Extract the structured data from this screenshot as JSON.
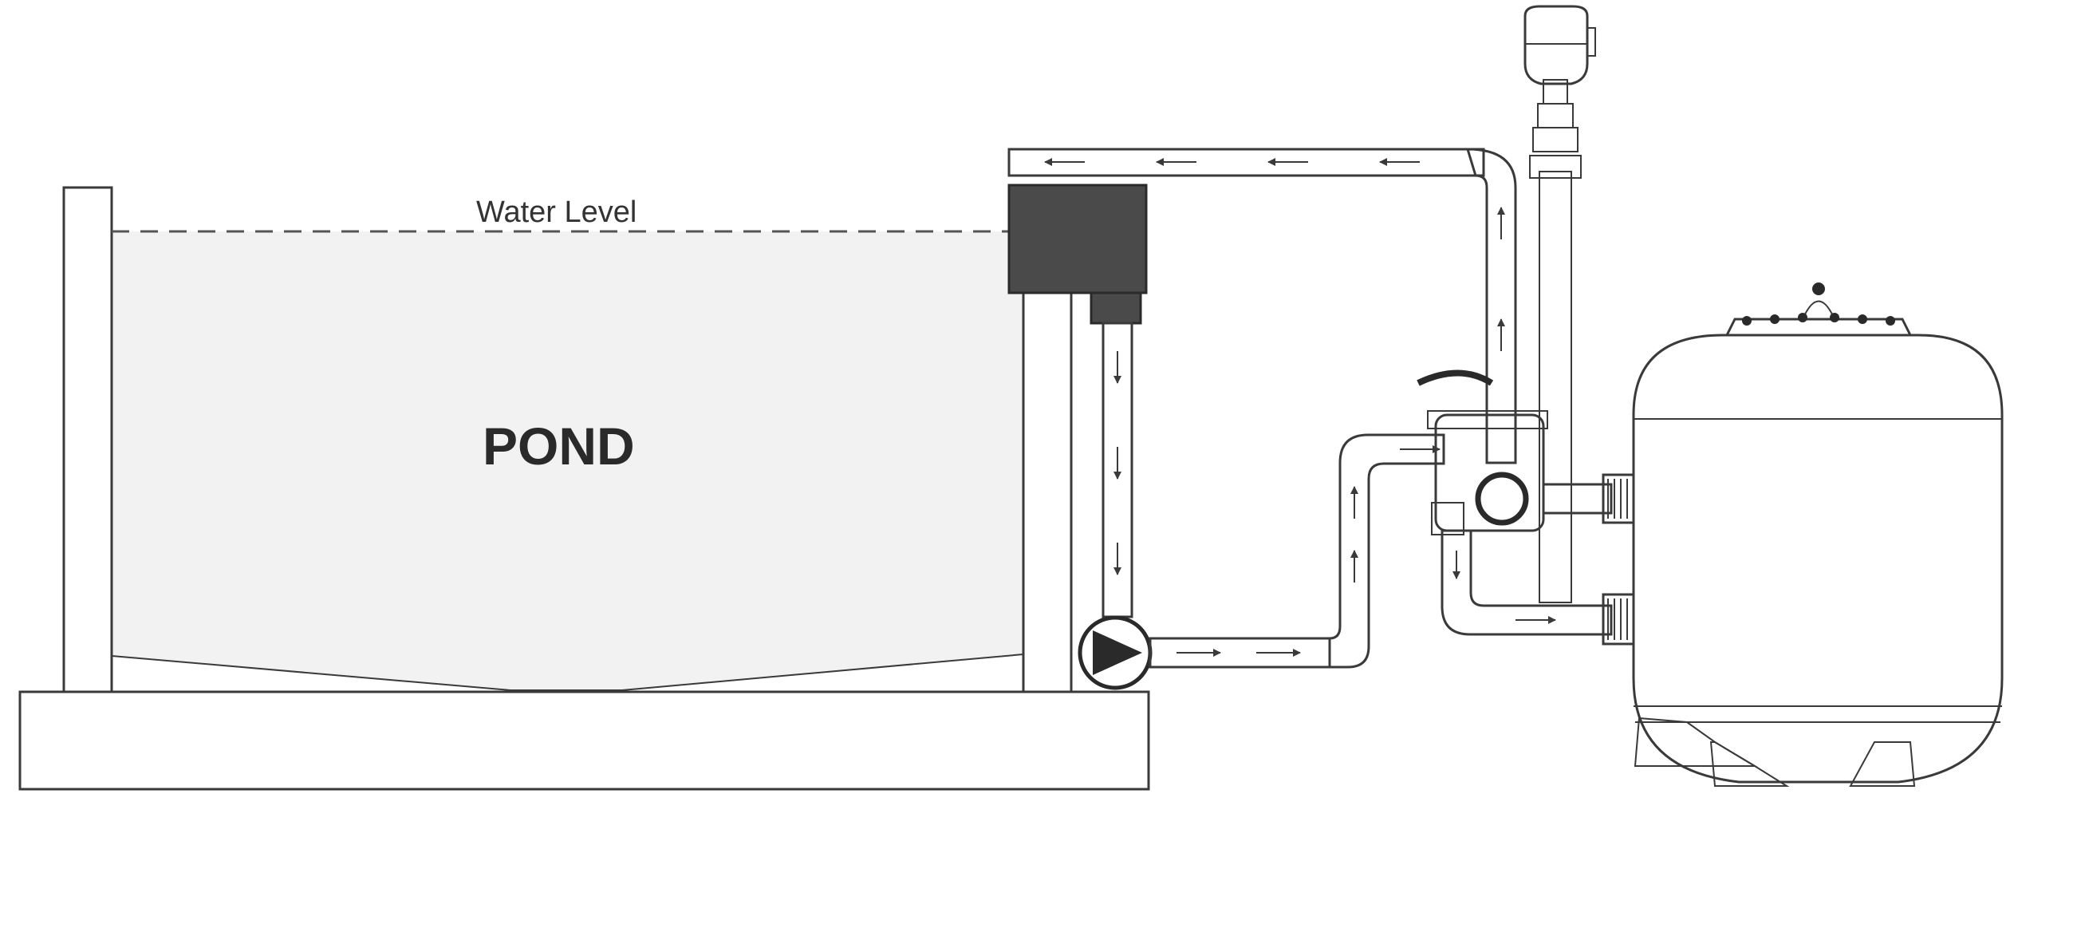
{
  "labels": {
    "water_level": "Water Level",
    "pond": "POND"
  },
  "colors": {
    "line": "#3a3a3a",
    "water": "#f2f2f2",
    "skimmer": "#4a4a4a",
    "pipe_fill": "#f5f5f5",
    "background": "#ffffff"
  },
  "components": [
    {
      "icon": "pond-tank"
    },
    {
      "icon": "skimmer-box"
    },
    {
      "icon": "pump-symbol"
    },
    {
      "icon": "multiport-valve"
    },
    {
      "icon": "air-release-valve"
    },
    {
      "icon": "sand-filter-tank"
    }
  ],
  "flow_arrows": {
    "return_pipe_direction": "left",
    "suction_pipe_direction": "down",
    "pump_outlet_direction": "right",
    "riser_direction": "up"
  }
}
